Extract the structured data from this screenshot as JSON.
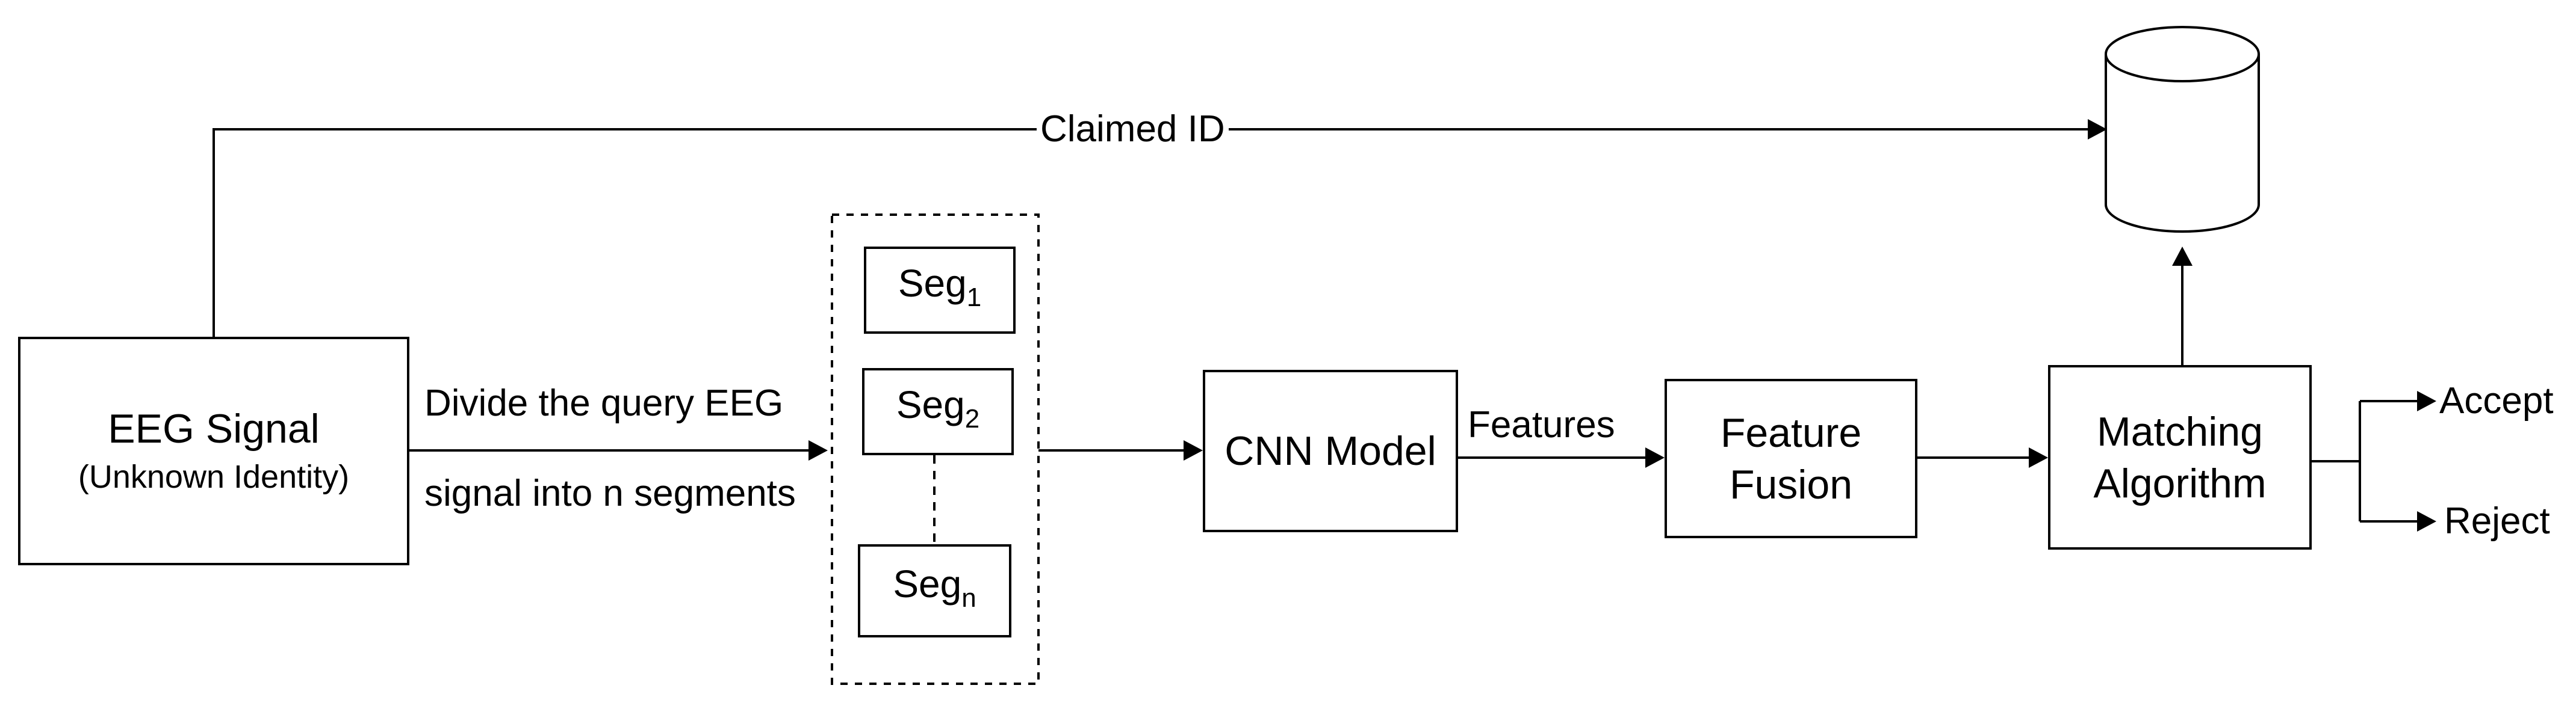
{
  "diagram": {
    "eeg_signal": {
      "title": "EEG Signal",
      "subtitle": "(Unknown Identity)"
    },
    "claimed_id": "Claimed ID",
    "divide_label": {
      "line1": "Divide the query EEG",
      "line2": "signal into n segments"
    },
    "segments": [
      {
        "base": "Seg",
        "sub": "1"
      },
      {
        "base": "Seg",
        "sub": "2"
      },
      {
        "base": "Seg",
        "sub": "n"
      }
    ],
    "cnn_model": "CNN Model",
    "features_label": "Features",
    "feature_fusion": {
      "line1": "Feature",
      "line2": "Fusion"
    },
    "matching_algorithm": {
      "line1": "Matching",
      "line2": "Algorithm"
    },
    "outcomes": {
      "accept": "Accept",
      "reject": "Reject"
    },
    "icons": {
      "database": "database-cylinder-icon"
    },
    "colors": {
      "stroke": "#000000",
      "background": "#ffffff"
    }
  }
}
